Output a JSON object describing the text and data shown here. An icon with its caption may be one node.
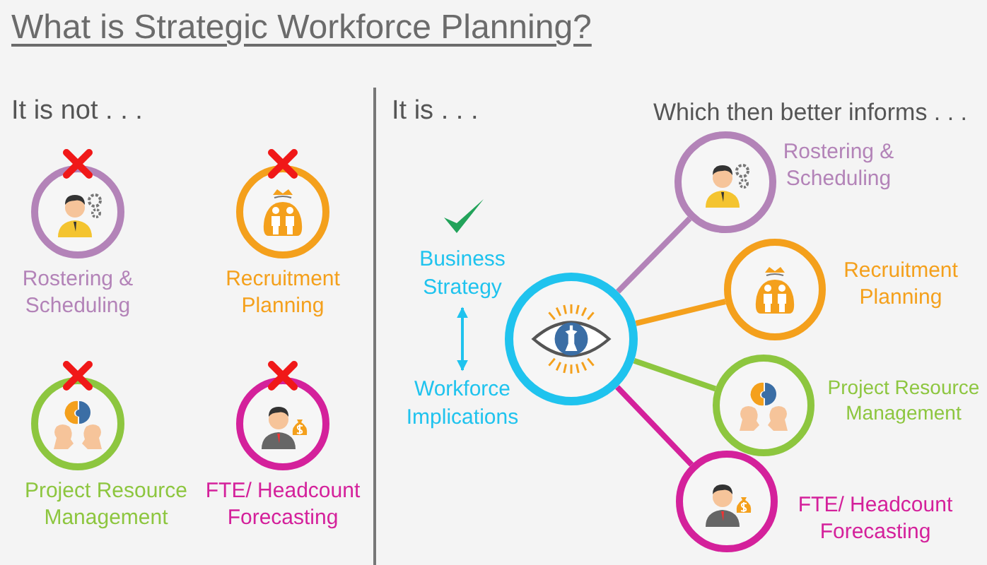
{
  "diagram": {
    "title": "What is Strategic Workforce Planning?",
    "nodes": [
      {
        "text": [
          "Rostering & Scheduling"
        ]
      },
      {
        "text": [
          "Recruitment Planning"
        ]
      },
      {
        "text": [
          "Project Resource Management"
        ]
      },
      {
        "text": [
          "FTE/ Headcount Forecasting"
        ]
      },
      {
        "text": [
          "Business Strategy"
        ]
      },
      {
        "text": [
          "Workforce Implications"
        ]
      },
      {
        "text": [],
        "shape": "circle"
      },
      {
        "text": [
          "Rostering & Scheduling"
        ]
      },
      {
        "text": [
          "Recruitment Planning"
        ]
      },
      {
        "text": [
          "Project Resource Management"
        ]
      },
      {
        "text": [
          "FTE/ Headcount Forecasting"
        ]
      }
    ],
    "edges": [
      {
        "from": 4,
        "to": 5,
        "arrow": "both",
        "color": "#1fc3ee"
      },
      {
        "from": 6,
        "to": 7,
        "arrow": "none",
        "color": "#b383b8"
      },
      {
        "from": 6,
        "to": 8,
        "arrow": "none",
        "color": "#f4a01c"
      },
      {
        "from": 6,
        "to": 9,
        "arrow": "none",
        "color": "#8dc63f"
      },
      {
        "from": 6,
        "to": 10,
        "arrow": "none",
        "color": "#d4219b"
      }
    ],
    "labels": [
      "It is not . . .",
      "It is . . .",
      "Which then better informs . . ."
    ]
  }
}
